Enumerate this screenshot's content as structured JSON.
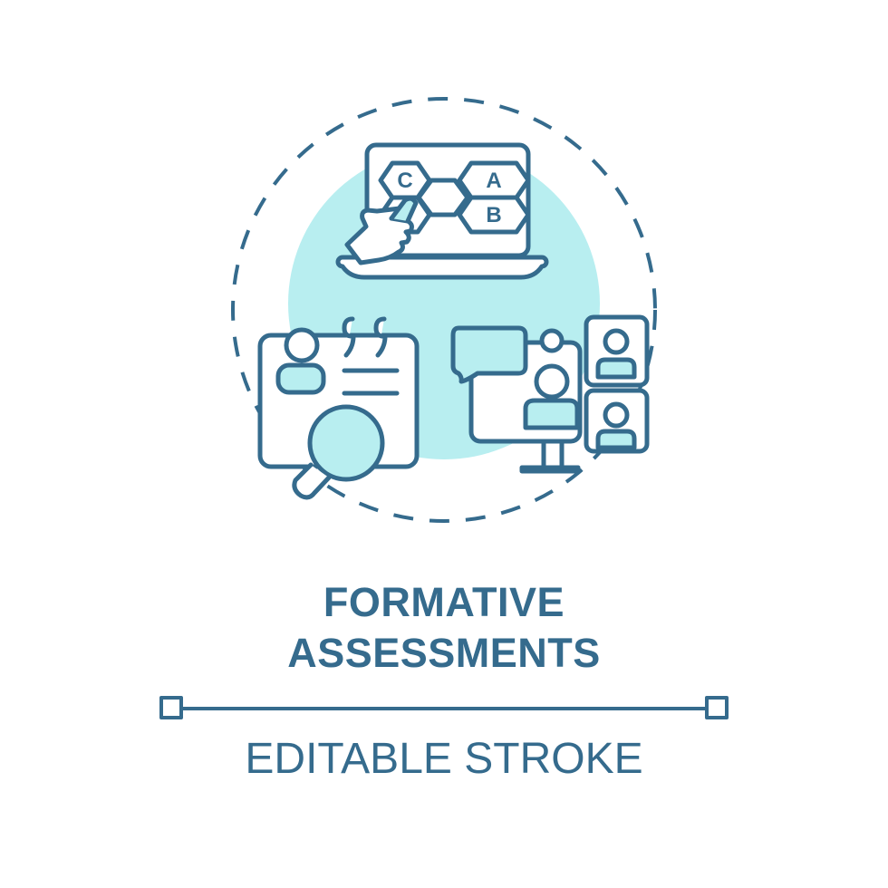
{
  "title": {
    "line1": "FORMATIVE",
    "line2": "ASSESSMENTS"
  },
  "subtitle": "EDITABLE STROKE",
  "hexagon_labels": {
    "c": "C",
    "a": "A",
    "b": "B"
  },
  "colors": {
    "stroke": "#356b8d",
    "accent_fill": "#b8eef0",
    "background": "#ffffff"
  },
  "icons": [
    "laptop-quiz-icon",
    "pointing-hand-icon",
    "testimonial-card-icon",
    "magnifier-icon",
    "video-conference-icon",
    "chat-bubble-icon",
    "dashed-circle-icon"
  ]
}
